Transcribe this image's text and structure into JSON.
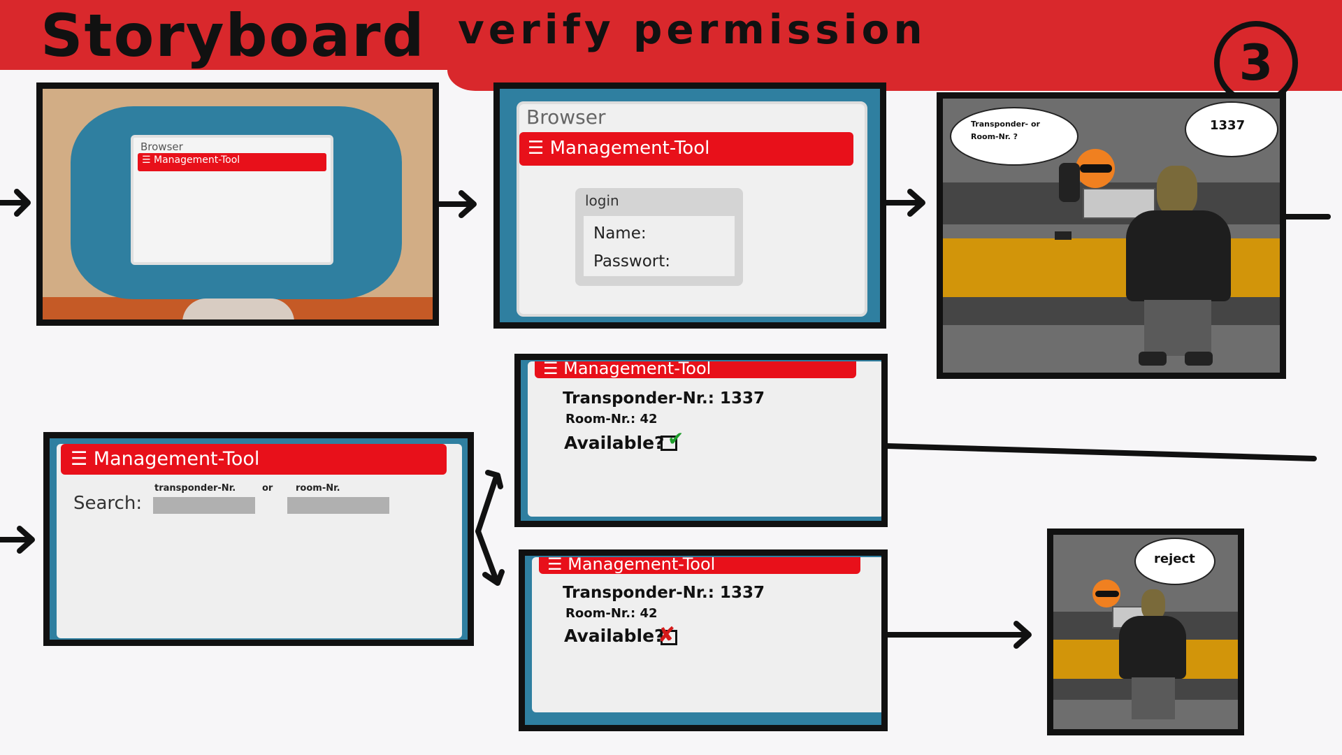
{
  "header": {
    "title": "Storyboard",
    "subtitle": "verify permission",
    "page_number": "3"
  },
  "panel_desktop": {
    "window_title": "Browser",
    "app_bar": "☰ Management-Tool"
  },
  "panel_login": {
    "window_title": "Browser",
    "app_bar": "☰ Management-Tool",
    "login_title": "login",
    "name_label": "Name:",
    "password_label": "Passwort:"
  },
  "panel_request": {
    "speech_staff": "Transponder- or Room-Nr. ?",
    "speech_visitor": "1337"
  },
  "panel_search": {
    "app_bar": "☰ Management-Tool",
    "search_label": "Search:",
    "hint_transponder": "transponder-Nr.",
    "hint_or": "or",
    "hint_room": "room-Nr."
  },
  "panel_result_available": {
    "app_bar": "☰ Management-Tool",
    "transponder_line": "Transponder-Nr.: 1337",
    "room_line": "Room-Nr.: 42",
    "available_label": "Available?",
    "available_mark": "✔"
  },
  "panel_result_unavailable": {
    "app_bar": "☰ Management-Tool",
    "transponder_line": "Transponder-Nr.: 1337",
    "room_line": "Room-Nr.: 42",
    "available_label": "Available?",
    "available_mark": "✘"
  },
  "panel_reject": {
    "speech_staff": "reject"
  },
  "colors": {
    "header_red": "#d9282c",
    "app_bar_red": "#e8101a",
    "screen_blue": "#2f7fa0",
    "counter_yellow": "#d2950a",
    "check_green": "#1f9e2c",
    "cross_red": "#d41a1a"
  }
}
